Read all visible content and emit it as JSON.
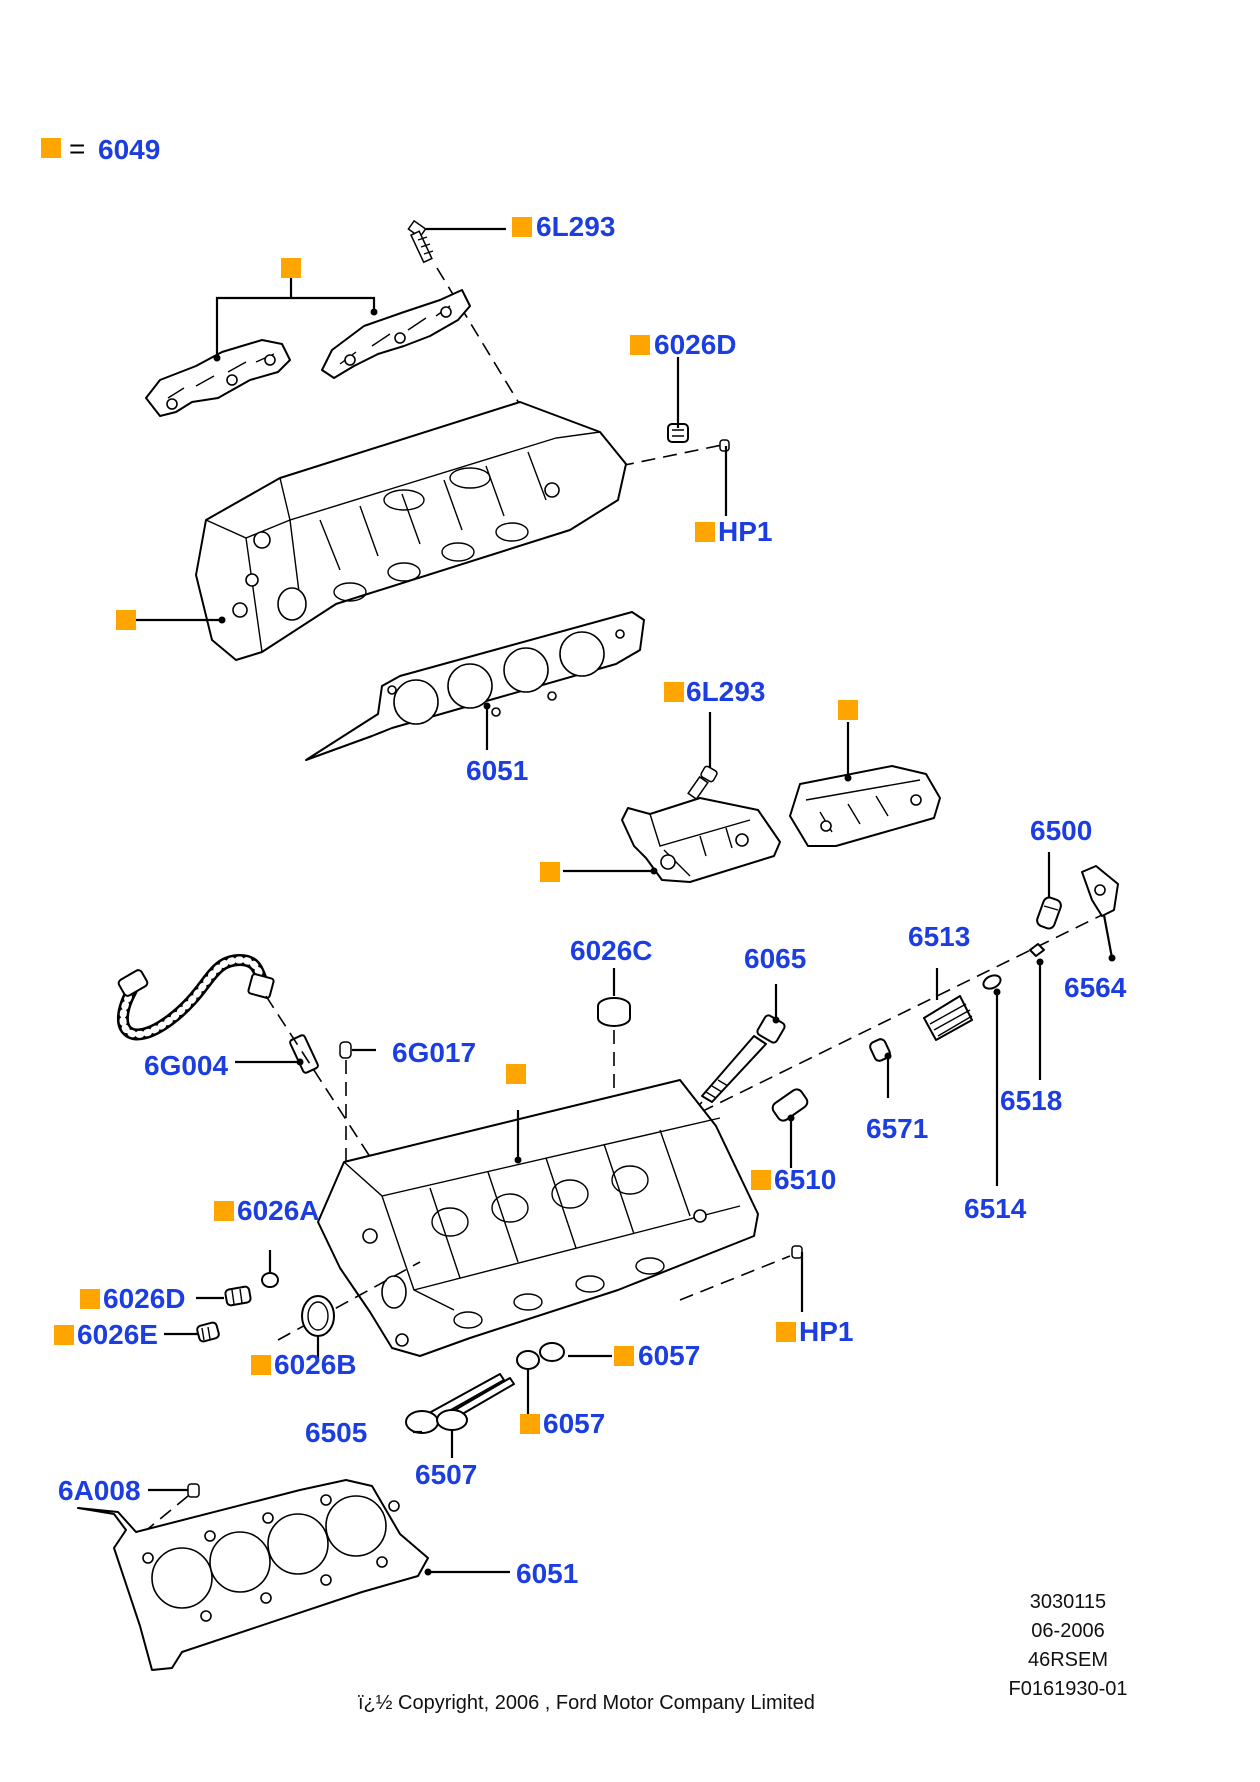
{
  "legend": {
    "symbol_color": "#ffa500",
    "equals": "=",
    "part_number": "6049"
  },
  "colors": {
    "label": "#1c3ee0",
    "marker": "#ffa500",
    "line": "#000000"
  },
  "callouts": [
    {
      "id": "c-6l293-top",
      "text": "6L293",
      "marker": true
    },
    {
      "id": "c-marker-manifolds",
      "text": "",
      "marker": true
    },
    {
      "id": "c-6026d-top",
      "text": "6026D",
      "marker": true
    },
    {
      "id": "c-hp1-top",
      "text": "HP1",
      "marker": true
    },
    {
      "id": "c-marker-head-top",
      "text": "",
      "marker": true
    },
    {
      "id": "c-6051-top",
      "text": "6051",
      "marker": false
    },
    {
      "id": "c-6l293-mid",
      "text": "6L293",
      "marker": true
    },
    {
      "id": "c-marker-cover-right",
      "text": "",
      "marker": true
    },
    {
      "id": "c-marker-cover-left",
      "text": "",
      "marker": true
    },
    {
      "id": "c-6500",
      "text": "6500",
      "marker": false
    },
    {
      "id": "c-6513",
      "text": "6513",
      "marker": false
    },
    {
      "id": "c-6564",
      "text": "6564",
      "marker": false
    },
    {
      "id": "c-6026c",
      "text": "6026C",
      "marker": false
    },
    {
      "id": "c-6065",
      "text": "6065",
      "marker": false
    },
    {
      "id": "c-6g004",
      "text": "6G004",
      "marker": false
    },
    {
      "id": "c-6g017",
      "text": "6G017",
      "marker": false
    },
    {
      "id": "c-marker-head-bottom",
      "text": "",
      "marker": true
    },
    {
      "id": "c-6571",
      "text": "6571",
      "marker": false
    },
    {
      "id": "c-6518",
      "text": "6518",
      "marker": false
    },
    {
      "id": "c-6510",
      "text": "6510",
      "marker": true
    },
    {
      "id": "c-6514",
      "text": "6514",
      "marker": false
    },
    {
      "id": "c-6026a",
      "text": "6026A",
      "marker": true
    },
    {
      "id": "c-6026d-bottom",
      "text": "6026D",
      "marker": true
    },
    {
      "id": "c-hp1-bottom",
      "text": "HP1",
      "marker": true
    },
    {
      "id": "c-6026e",
      "text": "6026E",
      "marker": true
    },
    {
      "id": "c-6026b",
      "text": "6026B",
      "marker": true
    },
    {
      "id": "c-6057-right",
      "text": "6057",
      "marker": true
    },
    {
      "id": "c-6057-left",
      "text": "6057",
      "marker": true
    },
    {
      "id": "c-6505",
      "text": "6505",
      "marker": false
    },
    {
      "id": "c-6507",
      "text": "6507",
      "marker": false
    },
    {
      "id": "c-6a008",
      "text": "6A008",
      "marker": false
    },
    {
      "id": "c-6051-bottom",
      "text": "6051",
      "marker": false
    }
  ],
  "footer": {
    "code": "3030115",
    "date": "06-2006",
    "model": "46RSEM",
    "figure": "F0161930-01",
    "copyright": "ï¿½ Copyright, 2006 , Ford Motor Company Limited"
  }
}
